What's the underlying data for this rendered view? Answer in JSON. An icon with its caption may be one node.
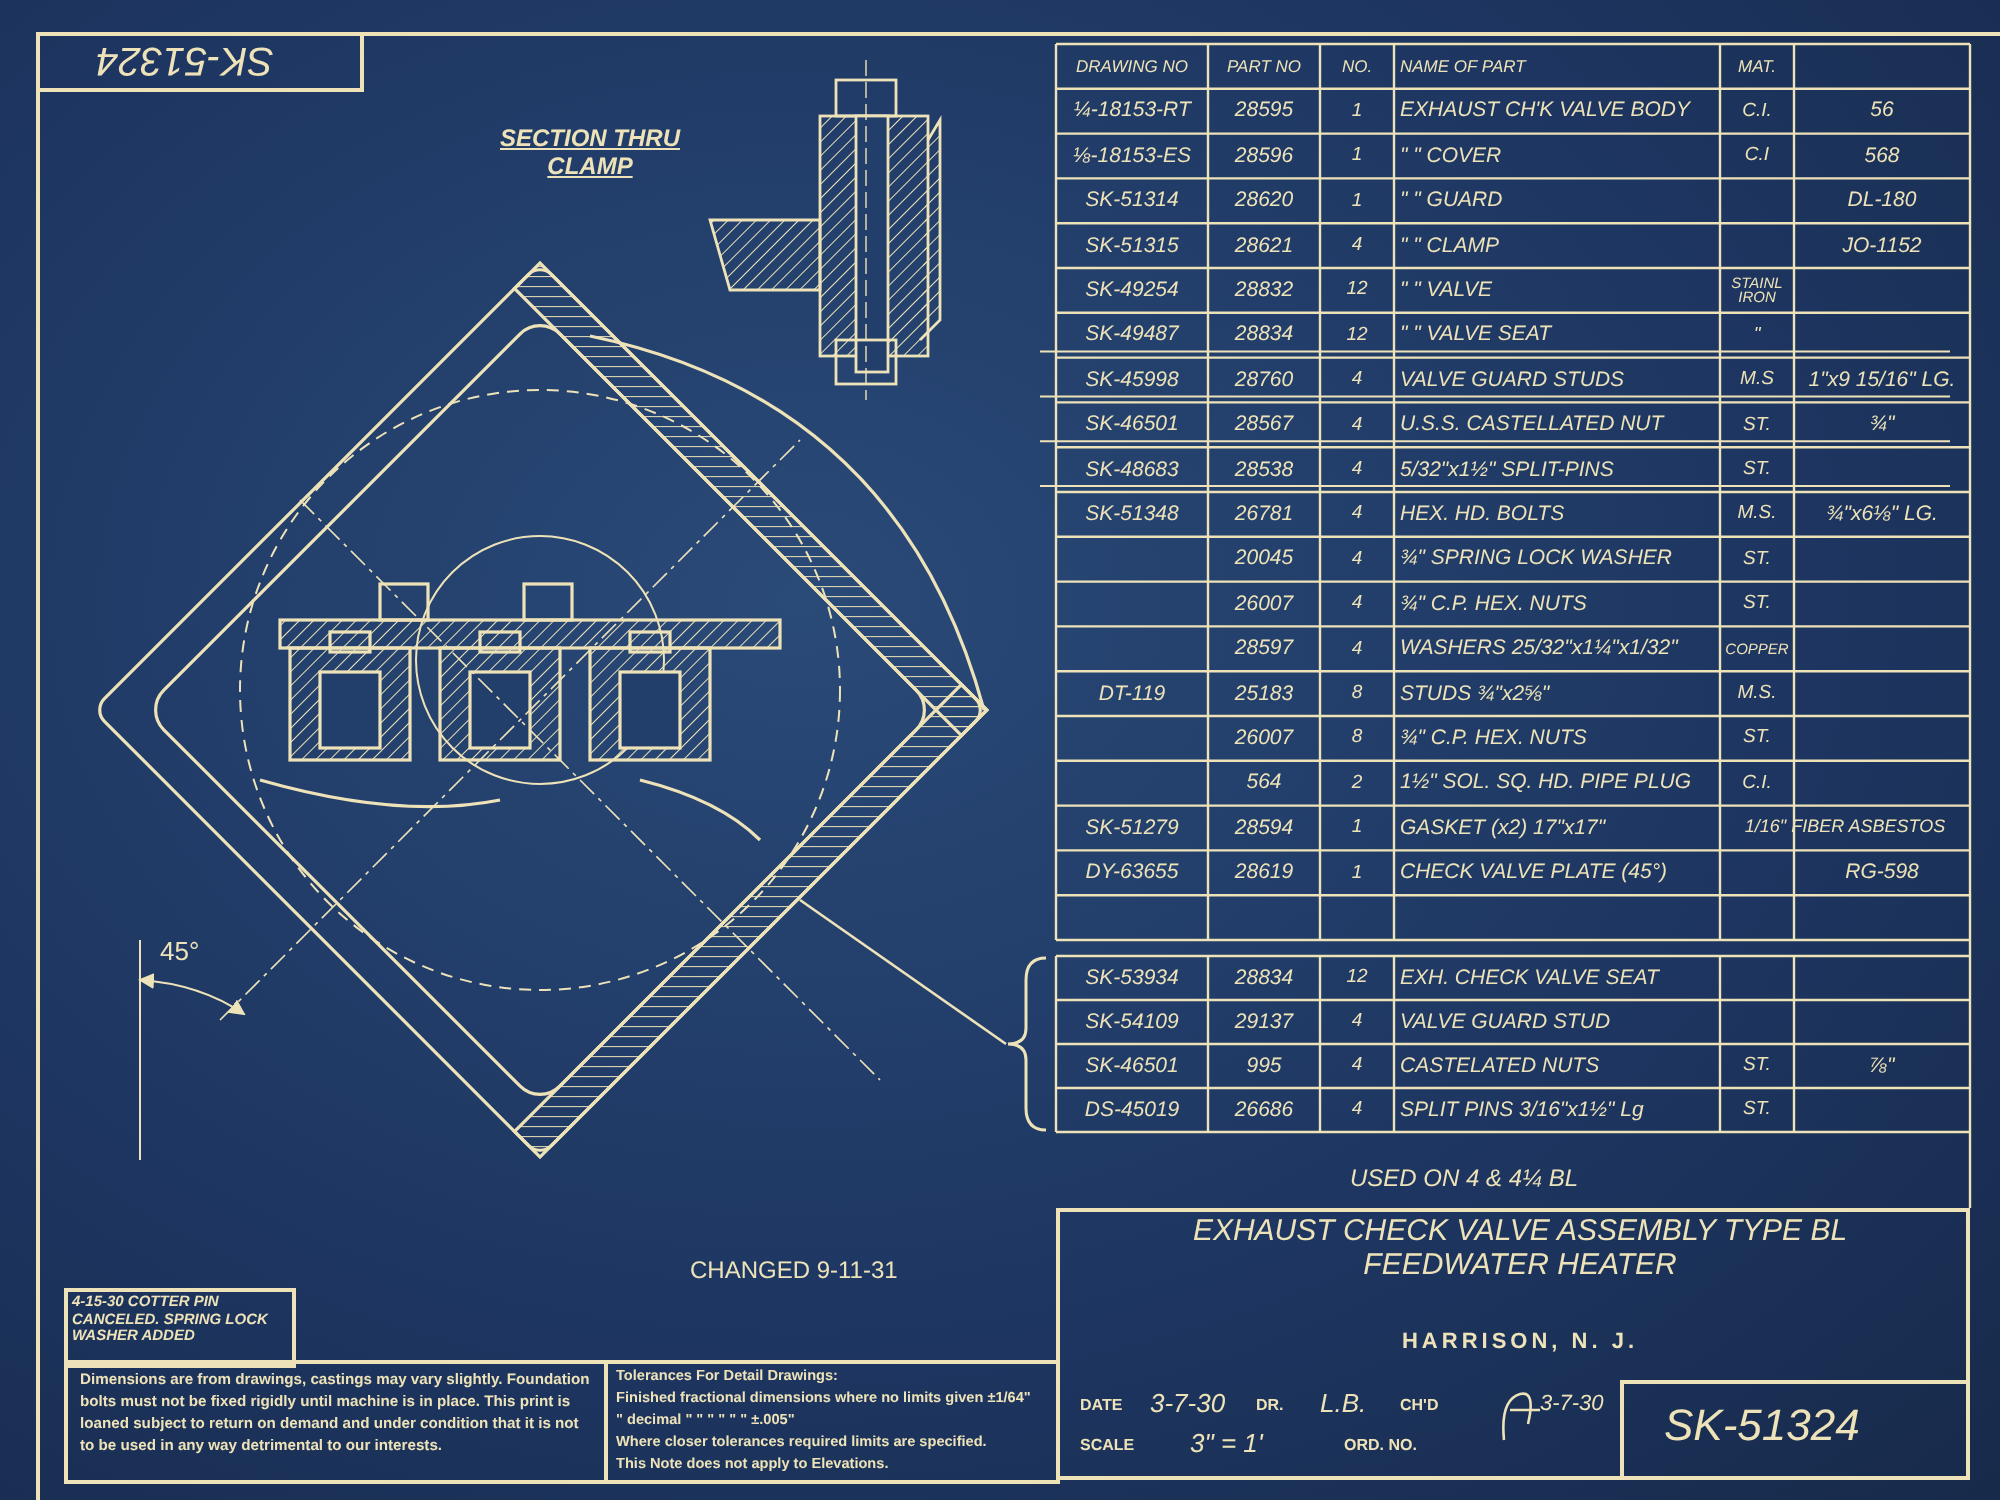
{
  "diagram": {
    "title": "EXHAUST CHECK VALVE ASSEMBLY TYPE BL FEEDWATER HEATER",
    "nodes": [
      {
        "text": [],
        "shape": "picture"
      },
      {
        "text": [],
        "shape": "bracket"
      }
    ],
    "edges": [
      {
        "from": 1,
        "to": 0,
        "arrow": "none"
      }
    ],
    "labels": [
      "SK-51324",
      "SECTION THRU CLAMP",
      "DRAWING NO",
      "PART NO",
      "NO.",
      "NAME OF PART",
      "MAT.",
      "¼-18153-RT",
      "28595",
      "1",
      "EXHAUST CH'K VALVE BODY",
      "C.I.",
      "56",
      "⅛-18153-ES",
      "28596",
      "1",
      "\" \" COVER",
      "C.I",
      "568",
      "SK-51314",
      "28620",
      "1",
      "\" \" GUARD",
      "DL-180",
      "SK-51315",
      "28621",
      "4",
      "\" \" CLAMP",
      "JO-1152",
      "SK-49254",
      "28832",
      "12",
      "\" \" VALVE",
      "STAINL IRON",
      "SK-49487",
      "28834",
      "12",
      "\" \" VALVE SEAT",
      "\"",
      "SK-45998",
      "28760",
      "4",
      "VALVE GUARD STUDS",
      "M.S",
      "1\"x9 15/16\" LG.",
      "SK-46501",
      "28567",
      "4",
      "U.S.S. CASTELLATED NUT",
      "ST.",
      "¾\"",
      "SK-48683",
      "28538",
      "4",
      "5/32\"x1½\" SPLIT-PINS",
      "ST.",
      "SK-51348",
      "26781",
      "4",
      "HEX. HD. BOLTS",
      "M.S.",
      "¾\"x6⅛\" LG.",
      "20045",
      "4",
      "¾\" SPRING LOCK WASHER",
      "ST.",
      "26007",
      "4",
      "¾\" C.P. HEX. NUTS",
      "ST.",
      "28597",
      "4",
      "WASHERS 25/32\"x1¼\"x1/32\"",
      "COPPER",
      "DT-119",
      "25183",
      "8",
      "STUDS ¾\"x2⅝\"",
      "M.S.",
      "26007",
      "8",
      "¾\" C.P. HEX. NUTS",
      "ST.",
      "564",
      "2",
      "1½\" SOL. SQ. HD. PIPE PLUG",
      "C.I.",
      "SK-51279",
      "28594",
      "1",
      "GASKET (x2) 17\"x17\"",
      "1/16\" FIBER ASBESTOS",
      "DY-63655",
      "28619",
      "1",
      "CHECK VALVE PLATE (45°)",
      "RG-598",
      "45°",
      "SK-53934",
      "28834",
      "12",
      "EXH. CHECK VALVE SEAT",
      "SK-54109",
      "29137",
      "4",
      "VALVE GUARD STUD",
      "SK-46501",
      "995",
      "4",
      "CASTELATED NUTS",
      "ST.",
      "⅞\"",
      "DS-45019",
      "26686",
      "4",
      "SPLIT PINS 3/16\"x1½\" Lg",
      "ST.",
      "USED ON 4 & 4¼ BL",
      "CHANGED 9-11-31",
      "4-15-30 COTTER PIN CANCELED. SPRING LOCK WASHER ADDED",
      "HARRISON, N. J.",
      "DATE",
      "3-7-30",
      "DR.",
      "L.B.",
      "CH'D",
      "3-7-30",
      "SCALE",
      "3\" = 1'",
      "ORD. NO.",
      "SK-51324",
      "Dimensions are from drawings, castings may vary slightly. Foundation bolts must not be fixed rigidly until machine is in place. This print is loaned subject to return on demand and under condition that it is not to be used in any way detrimental to our interests.",
      "Tolerances For Detail Drawings:",
      "Finished fractional dimensions where no limits given ±1/64\"",
      "\" decimal \" \" \" \" \" \" ±.005\"",
      "Where closer tolerances required limits are specified.",
      "This Note does not apply to Elevations."
    ]
  }
}
